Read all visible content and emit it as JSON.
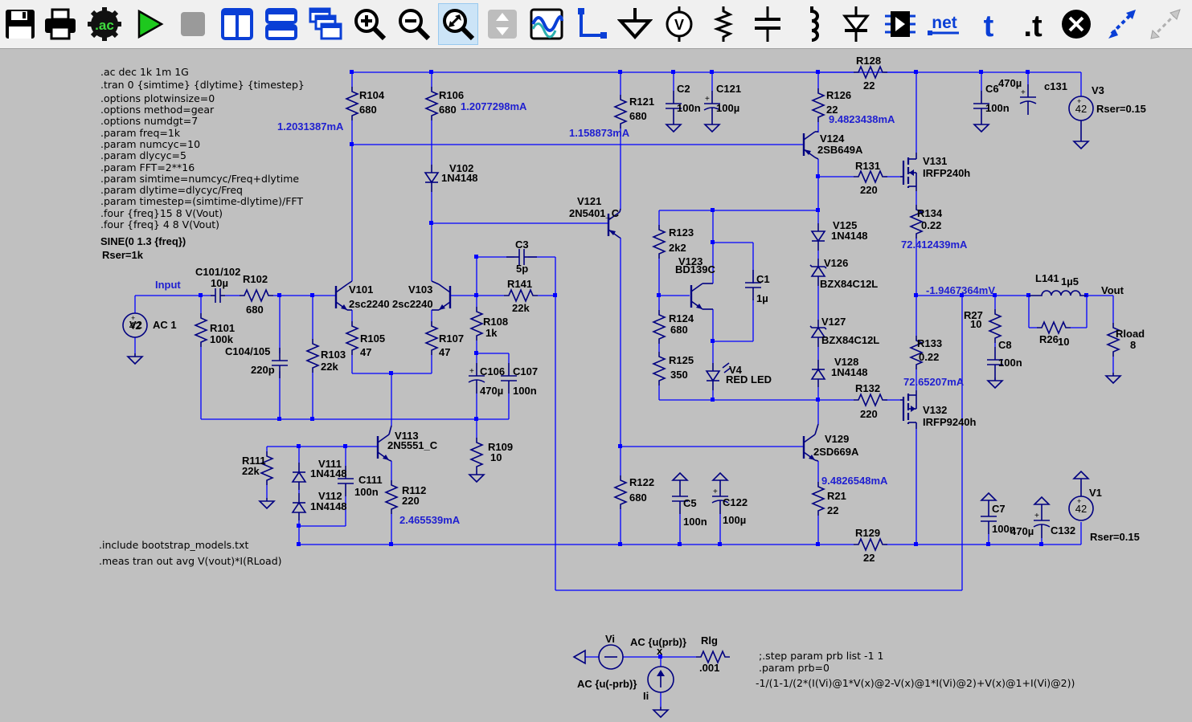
{
  "toolbar": {
    "items": [
      {
        "name": "save-icon",
        "label": "Save"
      },
      {
        "name": "print-icon",
        "label": "Print"
      },
      {
        "name": "ac-analysis-icon",
        "label": ".ac"
      },
      {
        "name": "run-icon",
        "label": "Run"
      },
      {
        "name": "halt-icon",
        "label": "Halt"
      },
      {
        "name": "tile-vertical-icon",
        "label": "Tile vertically"
      },
      {
        "name": "tile-horizontal-icon",
        "label": "Tile horizontally"
      },
      {
        "name": "cascade-icon",
        "label": "Cascade"
      },
      {
        "name": "zoom-in-icon",
        "label": "Zoom in"
      },
      {
        "name": "zoom-out-icon",
        "label": "Zoom out"
      },
      {
        "name": "zoom-fit-icon",
        "label": "Zoom to fit"
      },
      {
        "name": "pan-icon",
        "label": "Pan"
      },
      {
        "name": "waveform-icon",
        "label": "Waveform"
      },
      {
        "name": "wire-icon",
        "label": "Wire"
      },
      {
        "name": "ground-icon",
        "label": "Ground"
      },
      {
        "name": "voltage-source-icon",
        "label": "V"
      },
      {
        "name": "resistor-icon",
        "label": "Resistor"
      },
      {
        "name": "capacitor-icon",
        "label": "Capacitor"
      },
      {
        "name": "inductor-icon",
        "label": "Inductor"
      },
      {
        "name": "diode-icon",
        "label": "Diode"
      },
      {
        "name": "component-icon",
        "label": "Component"
      },
      {
        "name": "net-label-icon",
        "label": "net"
      },
      {
        "name": "text-icon",
        "label": "t"
      },
      {
        "name": "spice-directive-icon",
        "label": ".t"
      },
      {
        "name": "delete-icon",
        "label": "Delete"
      },
      {
        "name": "duplicate-icon",
        "label": "Duplicate"
      },
      {
        "name": "move-icon",
        "label": "Move"
      }
    ]
  },
  "directives": [
    {
      "text": ".ac dec 1k 1m 1G",
      "color": "black"
    },
    {
      "text": ".tran 0 {simtime} {dlytime} {timestep}",
      "color": "blue"
    },
    {
      "text": ".options plotwinsize=0",
      "color": "black"
    },
    {
      "text": ".options method=gear",
      "color": "black"
    },
    {
      "text": ".options numdgt=7",
      "color": "black"
    },
    {
      "text": ".param freq=1k",
      "color": "black"
    },
    {
      "text": ".param numcyc=10",
      "color": "black"
    },
    {
      "text": ".param dlycyc=5",
      "color": "black"
    },
    {
      "text": ".param FFT=2**16",
      "color": "black"
    },
    {
      "text": ".param simtime=numcyc/Freq+dlytime",
      "color": "black"
    },
    {
      "text": ".param dlytime=dlycyc/Freq",
      "color": "black"
    },
    {
      "text": ".param timestep=(simtime-dlytime)/FFT",
      "color": "black"
    },
    {
      "text": ".four {freq}15 8 V(Vout)",
      "color": "black"
    },
    {
      "text": ".four {freq} 4 8 V(Vout)",
      "color": "black"
    }
  ],
  "source_v2": {
    "sine": "SINE(0 1.3 {freq})",
    "rser": "Rser=1k",
    "name": "V2",
    "ac": "AC 1"
  },
  "include": ".include bootstrap_models.txt",
  "meas": ".meas tran out avg V(vout)*I(RLoad)",
  "step": ";.step param prb list -1 1",
  "param_prb": ".param prb=0",
  "expr": "-1/(1-1/(2*(I(Vi)@1*V(x)@2-V(x)@1*I(Vi)@2)+V(x)@1+I(Vi)@2))",
  "netlabels": {
    "input": "Input",
    "vout": "Vout",
    "x": "x"
  },
  "currents": {
    "r104": "1.2031387mA",
    "r106": "1.2077298mA",
    "r121": "1.158873mA",
    "r126": "9.4823438mA",
    "r134": "72.412439mA",
    "node": "-1.9467364mV",
    "r133": "72.65207mA",
    "r21": "9.4826548mA",
    "r112": "2.465539mA"
  },
  "components": {
    "R104": [
      "R104",
      "680"
    ],
    "R106": [
      "R106",
      "680"
    ],
    "R121": [
      "R121",
      "680"
    ],
    "C2": [
      "C2",
      "100n"
    ],
    "C121": [
      "C121",
      "100µ"
    ],
    "R126": [
      "R126",
      "22"
    ],
    "R128": [
      "R128",
      "22"
    ],
    "C6": [
      "C6",
      "100n"
    ],
    "C131": [
      "c131",
      "470µ"
    ],
    "V3": [
      "V3",
      "Rser=0.15"
    ],
    "V102": [
      "V102",
      "1N4148"
    ],
    "V121": [
      "V121",
      "2N5401_C"
    ],
    "V124": [
      "V124",
      "2SB649A"
    ],
    "R131": [
      "R131",
      "220"
    ],
    "V131": [
      "V131",
      "IRFP240h"
    ],
    "R134": [
      "R134",
      "0.22"
    ],
    "R123": [
      "R123",
      "2k2"
    ],
    "V123": [
      "V123",
      "BD139C"
    ],
    "C1": [
      "C1",
      "1µ"
    ],
    "V125": [
      "V125",
      "1N4148"
    ],
    "V126": [
      "V126",
      "BZX84C12L"
    ],
    "C3": [
      "C3",
      "5p"
    ],
    "C101": [
      "C101/102",
      "10µ"
    ],
    "R102": [
      "R102",
      "680"
    ],
    "V101": [
      "V101",
      "2sc2240"
    ],
    "V103": [
      "V103",
      "2sc2240"
    ],
    "R141": [
      "R141",
      "22k"
    ],
    "R108": [
      "R108",
      "1k"
    ],
    "L141": [
      "L141",
      "1µ5"
    ],
    "R101": [
      "R101",
      "100k"
    ],
    "C104": [
      "C104/105",
      "220p"
    ],
    "R103": [
      "R103",
      "22k"
    ],
    "R105": [
      "R105",
      "47"
    ],
    "R107": [
      "R107",
      "47"
    ],
    "C106": [
      "C106",
      "470µ"
    ],
    "C107": [
      "C107",
      "100n"
    ],
    "R124": [
      "R124",
      "680"
    ],
    "V127": [
      "V127",
      "BZX84C12L"
    ],
    "R27": [
      "R27",
      "10"
    ],
    "C8": [
      "C8",
      "100n"
    ],
    "R26": [
      "R26",
      "10"
    ],
    "Rload": [
      "Rload",
      "8"
    ],
    "R125": [
      "R125",
      "350"
    ],
    "V4": [
      "V4",
      "RED LED"
    ],
    "V128": [
      "V128",
      "1N4148"
    ],
    "R133": [
      "R133",
      "0.22"
    ],
    "R132": [
      "R132",
      "220"
    ],
    "V132": [
      "V132",
      "IRFP9240h"
    ],
    "R109": [
      "R109",
      "10"
    ],
    "V113": [
      "V113",
      "2N5551_C"
    ],
    "V129": [
      "V129",
      "2SD669A"
    ],
    "R111": [
      "R111",
      "22k"
    ],
    "V111": [
      "V111",
      "1N4148"
    ],
    "C111": [
      "C111",
      "100n"
    ],
    "R112": [
      "R112",
      "220"
    ],
    "R122": [
      "R122",
      "680"
    ],
    "V112": [
      "V112",
      "1N4148"
    ],
    "C5": [
      "C5",
      "100n"
    ],
    "C122": [
      "C122",
      "100µ"
    ],
    "R21": [
      "R21",
      "22"
    ],
    "C7": [
      "C7",
      "100n"
    ],
    "C132": [
      "C132",
      "470µ"
    ],
    "V1": [
      "V1",
      "Rser=0.15"
    ],
    "R129": [
      "R129",
      "22"
    ],
    "Vi": [
      "Vi",
      "AC {u(prb)}"
    ],
    "Ii": [
      "Ii",
      "AC {u(-prb)}"
    ],
    "Rlg": [
      "Rlg",
      ".001"
    ]
  },
  "source_value": "42",
  "source_v2_value": "V2"
}
